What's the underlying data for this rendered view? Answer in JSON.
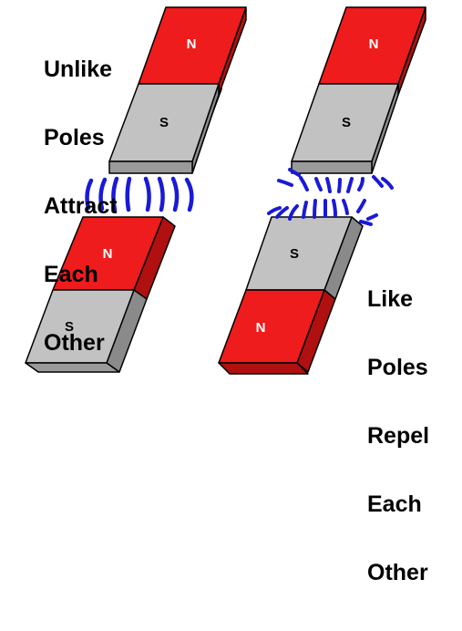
{
  "captions": {
    "attract": [
      "Unlike",
      "Poles",
      "Attract",
      "Each",
      "Other"
    ],
    "repel": [
      "Like",
      "Poles",
      "Repel",
      "Each",
      "Other"
    ]
  },
  "magnets": {
    "top_left": {
      "upper_pole": "N",
      "lower_pole": "S"
    },
    "top_right": {
      "upper_pole": "N",
      "lower_pole": "S"
    },
    "bottom_left": {
      "upper_pole": "N",
      "lower_pole": "S"
    },
    "bottom_right": {
      "upper_pole": "S",
      "lower_pole": "N"
    }
  },
  "colors": {
    "north": "#ee1c1c",
    "south": "#c2c2c2",
    "outline": "#000000",
    "field_lines": "#1a1ad6"
  }
}
